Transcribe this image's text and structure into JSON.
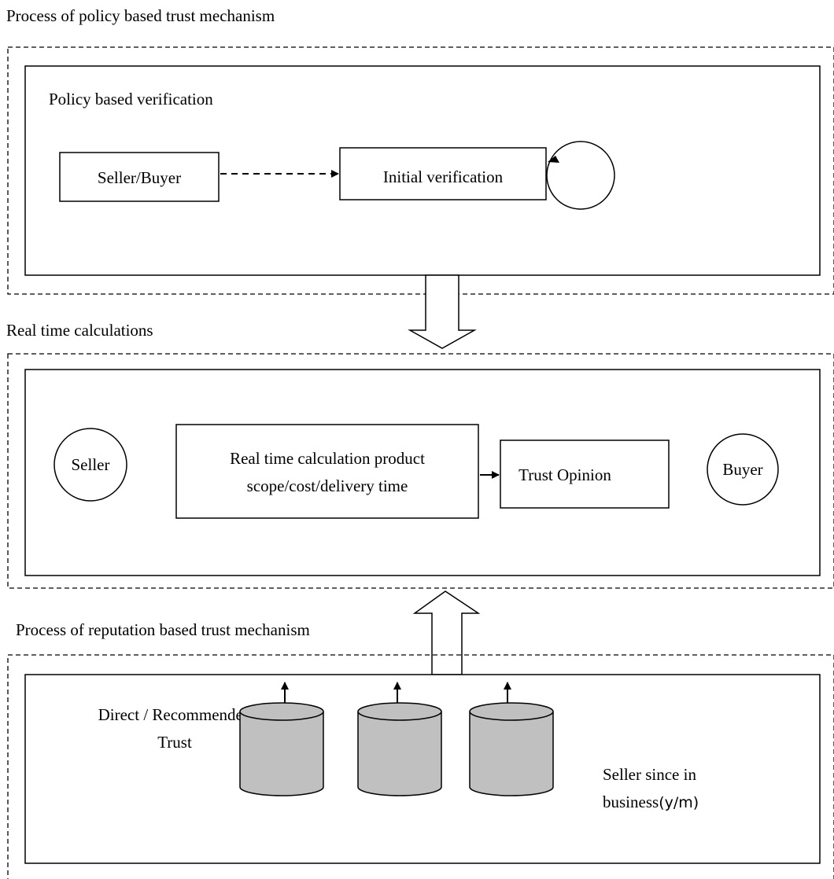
{
  "sections": {
    "policy_title": "Process of policy based trust mechanism",
    "realtime_title": "Real time calculations",
    "reputation_title": "Process of reputation based trust mechanism"
  },
  "policy": {
    "box_title": "Policy based verification",
    "seller_buyer": "Seller/Buyer",
    "initial_verification": "Initial verification"
  },
  "realtime": {
    "seller": "Seller",
    "calc_line1": "Real time calculation product",
    "calc_line2": "scope/cost/delivery time",
    "trust_opinion": "Trust Opinion",
    "buyer": "Buyer"
  },
  "reputation": {
    "direct_line1": "Direct / Recommended",
    "direct_line2": "Trust",
    "since_line1": "Seller since in",
    "since_line2_serif": "business",
    "since_line2_sans": "(y/m)"
  },
  "colors": {
    "stroke": "#000000",
    "cylinder_fill": "#c0c0c0",
    "background": "#ffffff"
  }
}
